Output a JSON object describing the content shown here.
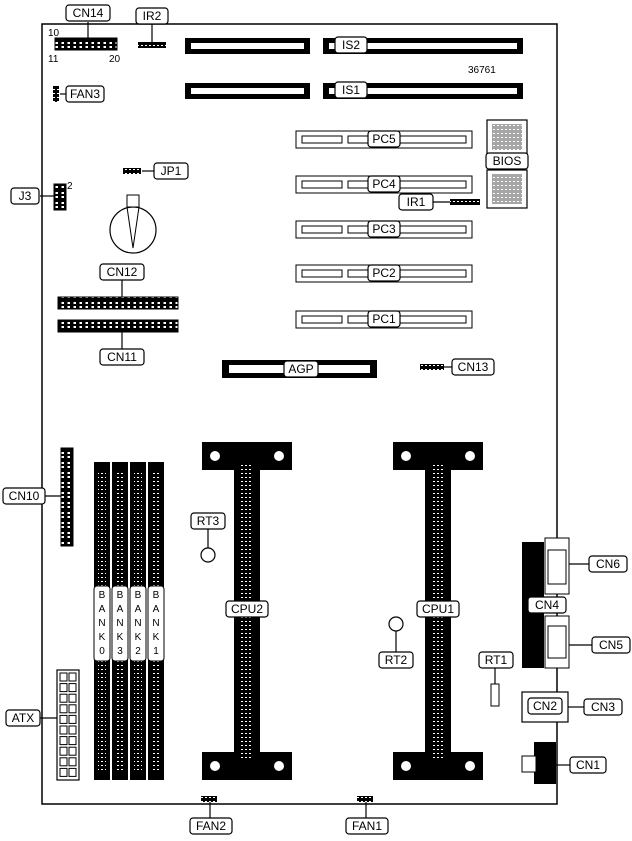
{
  "board_id": "36761",
  "pin_numbers": {
    "cn14_top_left": "10",
    "cn14_bottom_left": "11",
    "cn14_bottom_right": "20",
    "j3_pin": "2"
  },
  "labels": {
    "cn14": "CN14",
    "ir2": "IR2",
    "fan3": "FAN3",
    "jp1": "JP1",
    "j3": "J3",
    "cn12": "CN12",
    "cn11": "CN11",
    "cn10": "CN10",
    "atx": "ATX",
    "is2": "IS2",
    "is1": "IS1",
    "pc5": "PC5",
    "pc4": "PC4",
    "pc3": "PC3",
    "pc2": "PC2",
    "pc1": "PC1",
    "bios": "BIOS",
    "ir1": "IR1",
    "agp": "AGP",
    "cn13": "CN13",
    "cpu2": "CPU2",
    "cpu1": "CPU1",
    "rt1": "RT1",
    "rt2": "RT2",
    "rt3": "RT3",
    "cn6": "CN6",
    "cn4": "CN4",
    "cn5": "CN5",
    "cn2": "CN2",
    "cn3": "CN3",
    "cn1": "CN1",
    "fan2": "FAN2",
    "fan1": "FAN1"
  },
  "banks": [
    "BANK0",
    "BANK3",
    "BANK2",
    "BANK1"
  ],
  "bank_letters": {
    "bank0": [
      "B",
      "A",
      "N",
      "K",
      "0"
    ],
    "bank3": [
      "B",
      "A",
      "N",
      "K",
      "3"
    ],
    "bank2": [
      "B",
      "A",
      "N",
      "K",
      "2"
    ],
    "bank1": [
      "B",
      "A",
      "N",
      "K",
      "1"
    ]
  }
}
